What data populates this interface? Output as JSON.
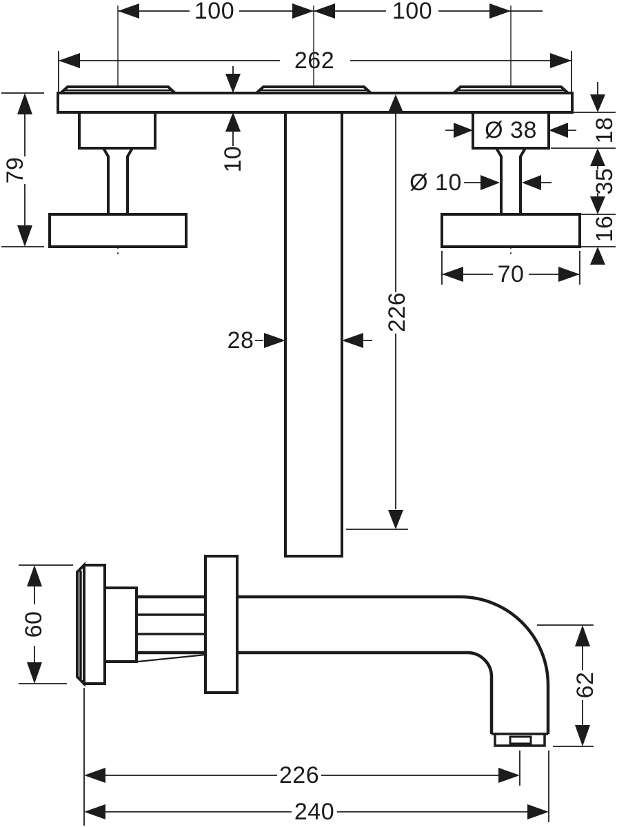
{
  "colors": {
    "background": "#ffffff",
    "line": "#1c1c1c"
  },
  "front_view": {
    "handle_spacing_left": "100",
    "handle_spacing_right": "100",
    "plate_width": "262",
    "handle_projection": "79",
    "plate_thickness": "10",
    "handle_base_diameter": "Ø 38",
    "handle_base_depth": "18",
    "stem_diameter": "Ø 10",
    "stem_length": "35",
    "handle_bar_thickness": "16",
    "handle_bar_length": "70",
    "spout_width": "28",
    "spout_length": "226"
  },
  "side_view": {
    "escutcheon_diameter": "60",
    "spout_drop": "62",
    "spout_reach": "226",
    "overall_reach": "240"
  }
}
